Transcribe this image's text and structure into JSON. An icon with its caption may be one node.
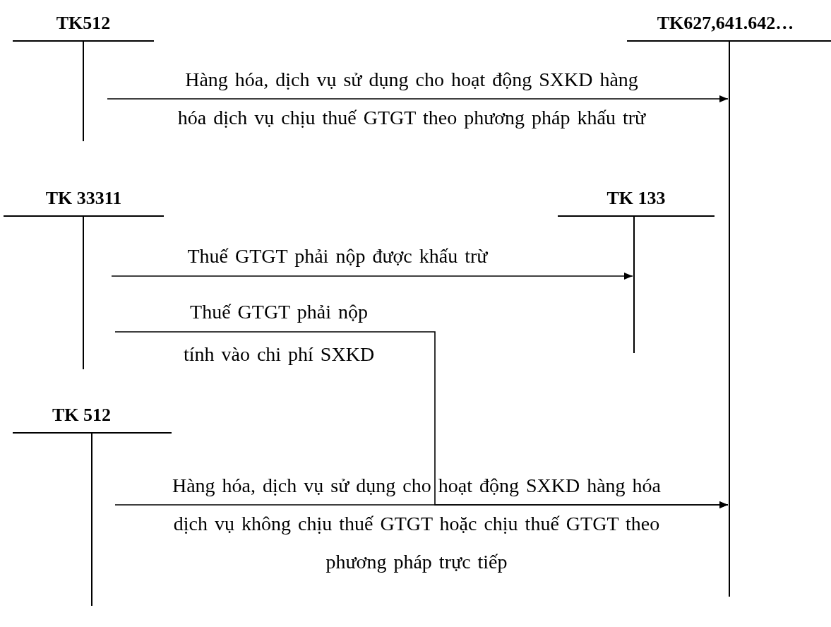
{
  "diagram": {
    "nodes": [
      {
        "text": [
          "TK512"
        ]
      },
      {
        "text": [
          "TK627,641.642…"
        ]
      },
      {
        "text": [
          "TK 33311"
        ]
      },
      {
        "text": [
          "TK 133"
        ]
      },
      {
        "text": [
          "TK 512"
        ]
      }
    ],
    "edges": [
      {
        "from": 0,
        "to": 1,
        "arrow": "to",
        "label": "Hàng hóa, dịch vụ sử dụng cho hoạt động SXKD hàng hóa dịch vụ chịu thuế GTGT theo phương pháp khấu trừ"
      },
      {
        "from": 2,
        "to": 3,
        "arrow": "to",
        "label": "Thuế GTGT phải nộp được khấu trừ"
      },
      {
        "from": 2,
        "to": 1,
        "arrow": "to",
        "label": "Thuế GTGT phải nộp tính vào chi phí SXKD"
      },
      {
        "from": 4,
        "to": 1,
        "arrow": "to",
        "label": "Hàng hóa, dịch vụ sử dụng cho hoạt động SXKD hàng hóa dịch vụ không chịu thuế GTGT hoặc chịu thuế GTGT theo phương pháp trực tiếp"
      }
    ]
  }
}
